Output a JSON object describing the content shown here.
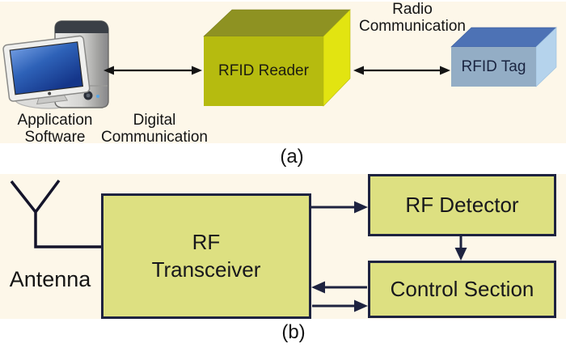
{
  "figure": {
    "panel_a": {
      "caption": "(a)",
      "application_software_label": "Application\nSoftware",
      "digital_link_label": "Digital\nCommunication",
      "radio_link_label": "Radio\nCommunication",
      "reader_label": "RFID Reader",
      "tag_label": "RFID Tag"
    },
    "panel_b": {
      "caption": "(b)",
      "antenna_label": "Antenna",
      "transceiver_label": "RF\nTransceiver",
      "detector_label": "RF Detector",
      "control_label": "Control Section"
    }
  },
  "colors": {
    "panel_background": "#fdf7e9",
    "block_fill": "#dde081",
    "block_border": "#1e2340",
    "arrow_dark_navy": "#1e2340",
    "arrow_black": "#141414",
    "reader_front": "#b6bb0f",
    "reader_top": "#8e9222",
    "reader_side": "#e2e411",
    "tag_front": "#93adc5",
    "tag_top": "#4d72b5",
    "tag_side": "#b5d3ec",
    "monitor_screen_blue": "#2e62b8"
  }
}
